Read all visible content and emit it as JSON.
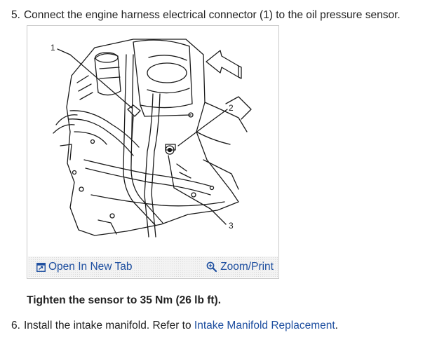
{
  "step5": {
    "number": "5.",
    "text": "Connect the engine harness electrical connector (1) to the oil pressure sensor."
  },
  "figure": {
    "callouts": [
      "1",
      "2",
      "3"
    ],
    "open_tab_label": "Open In New Tab",
    "zoom_label": "Zoom/Print",
    "accent_color": "#1e4fa0"
  },
  "note": {
    "text": "Tighten the sensor to 35 Nm (26 lb ft)."
  },
  "step6": {
    "number": "6.",
    "text": "Install the intake manifold. Refer to ",
    "link_text": "Intake Manifold Replacement",
    "suffix": "."
  }
}
